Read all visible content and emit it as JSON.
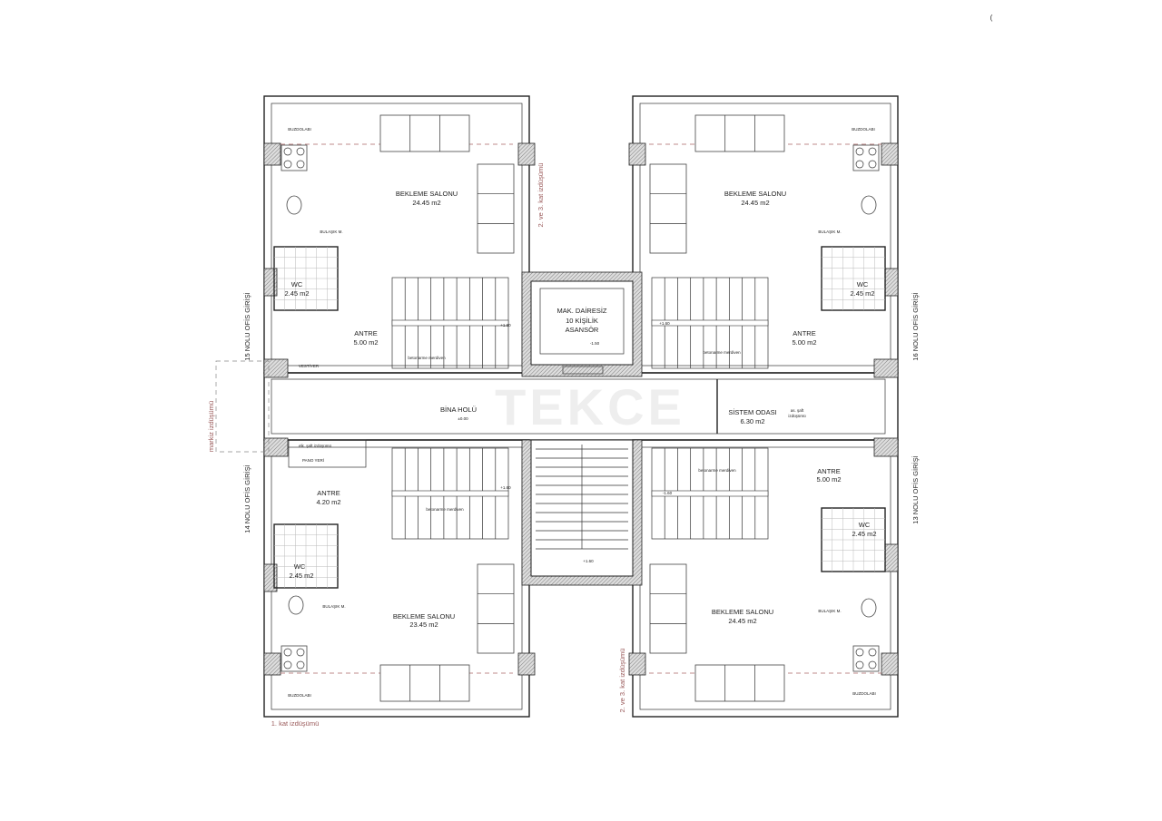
{
  "plan": {
    "watermark": "TEKCE",
    "corner_mark": "(",
    "core": {
      "elevator_line1": "MAK. DAİRESİZ",
      "elevator_line2": "10 KİŞİLİK",
      "elevator_line3": "ASANSÖR",
      "elevator_level": "-1.50",
      "stair_level": "+1.60"
    },
    "corridor": {
      "name": "BİNA HOLÜ",
      "level": "±0.00",
      "system_room": "SİSTEM ODASI",
      "system_room_area": "6.30 m2",
      "shaft_note_1": "as. şaft",
      "shaft_note_2": "izdüşümü",
      "elec_shaft": "elk. şaft izdüşümü",
      "panel": "PANO YERİ",
      "canopy": "markiz izdüşümü"
    },
    "units": [
      {
        "id": "tl",
        "entrance": "15 NOLU OFİS GİRİŞİ",
        "salon": "BEKLEME SALONU",
        "salon_area": "24.45 m2",
        "wc": "WC",
        "wc_area": "2.45 m2",
        "antre": "ANTRE",
        "antre_area": "5.00 m2",
        "fridge": "BUZDOLABI",
        "dishwasher": "BULAŞIK M.",
        "closet": "VESTİYER",
        "level": "+1.60",
        "stair": "betonarme merdiven",
        "projection": "2. ve 3. kat izdüşümü"
      },
      {
        "id": "tr",
        "entrance": "16 NOLU OFİS GİRİŞİ",
        "salon": "BEKLEME SALONU",
        "salon_area": "24.45 m2",
        "wc": "WC",
        "wc_area": "2.45 m2",
        "antre": "ANTRE",
        "antre_area": "5.00 m2",
        "fridge": "BUZDOLABI",
        "dishwasher": "BULAŞIK M.",
        "level": "+1.60",
        "stair": "betonarme merdiven"
      },
      {
        "id": "bl",
        "entrance": "14 NOLU OFİS GİRİŞİ",
        "salon": "BEKLEME SALONU",
        "salon_area": "23.45 m2",
        "wc": "WC",
        "wc_area": "2.45 m2",
        "antre": "ANTRE",
        "antre_area": "4.20 m2",
        "fridge": "BUZDOLABI",
        "dishwasher": "BULAŞIK M.",
        "level": "+1.60",
        "stair": "betonarme merdiven",
        "projection": "1. kat izdüşümü"
      },
      {
        "id": "br",
        "entrance": "13 NOLU OFİS GİRİŞİ",
        "salon": "BEKLEME SALONU",
        "salon_area": "24.45 m2",
        "wc": "WC",
        "wc_area": "2.45 m2",
        "antre": "ANTRE",
        "antre_area": "5.00 m2",
        "fridge": "BUZDOLABI",
        "dishwasher": "BULAŞIK M.",
        "level": "-1.60",
        "stair": "betonarme merdiven",
        "projection": "2. ve 3. kat izdüşümü"
      }
    ]
  }
}
